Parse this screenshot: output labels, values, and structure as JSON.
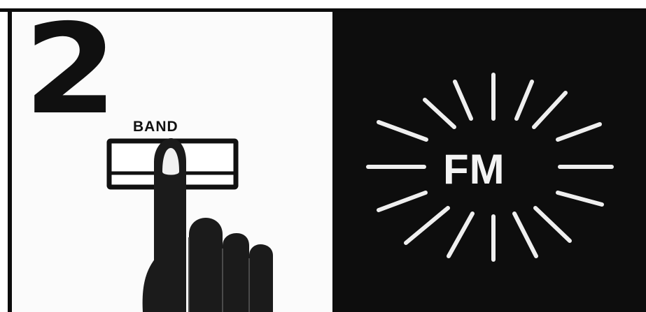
{
  "step": {
    "number": "2"
  },
  "control": {
    "band_label": "BAND"
  },
  "indicator": {
    "mode_label": "FM"
  },
  "colors": {
    "ink": "#101010",
    "paper": "#fbfbfb",
    "panel_dark": "#0d0d0d",
    "glow": "#f4f4f4"
  },
  "icons": {
    "hand": "hand-pressing-icon",
    "switch": "band-switch-icon",
    "rays": "glow-rays-icon"
  }
}
